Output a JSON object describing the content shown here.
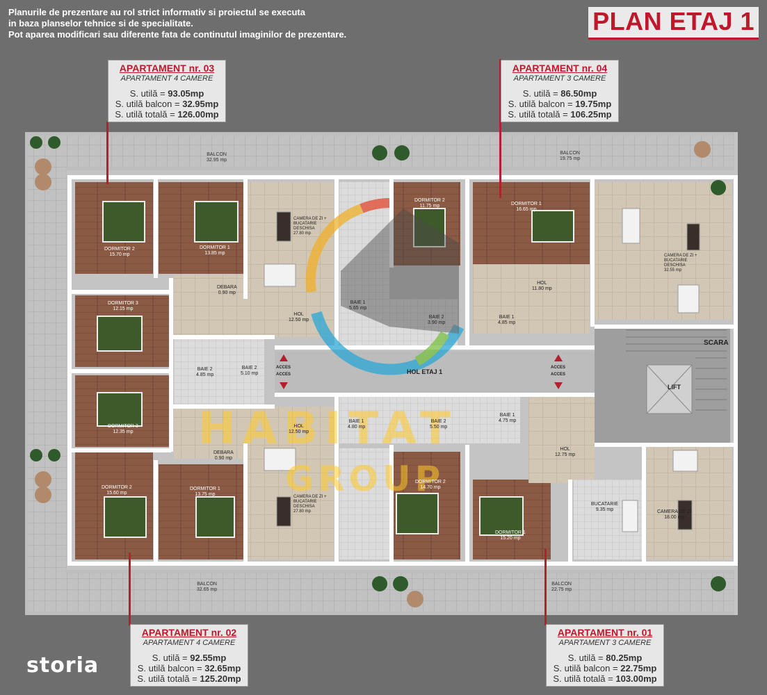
{
  "disclaimer": {
    "line1": "Planurile de prezentare au rol strict informativ si proiectul se executa",
    "line2": "in baza planselor tehnice si de specialitate.",
    "line3": "Pot aparea modificari sau diferente fata de continutul imaginilor de prezentare."
  },
  "plan_title": "PLAN ETAJ 1",
  "apartments": {
    "a03": {
      "title": "APARTAMENT nr. 03",
      "type": "APARTAMENT 4 CAMERE",
      "l1_label": "S. utilă = ",
      "l1_val": "93.05",
      "l2_label": "S. utilă balcon = ",
      "l2_val": "32.95",
      "l3_label": "S. utilă totală = ",
      "l3_val": "126.00",
      "unit": "mp"
    },
    "a04": {
      "title": "APARTAMENT nr. 04",
      "type": "APARTAMENT 3 CAMERE",
      "l1_label": "S. utilă = ",
      "l1_val": "86.50",
      "l2_label": "S. utilă balcon = ",
      "l2_val": "19.75",
      "l3_label": "S. utilă totală = ",
      "l3_val": "106.25",
      "unit": "mp"
    },
    "a02": {
      "title": "APARTAMENT nr. 02",
      "type": "APARTAMENT 4 CAMERE",
      "l1_label": "S. utilă = ",
      "l1_val": "92.55",
      "l2_label": "S. utilă balcon = ",
      "l2_val": "32.65",
      "l3_label": "S. utilă totală = ",
      "l3_val": "125.20",
      "unit": "mp"
    },
    "a01": {
      "title": "APARTAMENT nr. 01",
      "type": "APARTAMENT 3 CAMERE",
      "l1_label": "S. utilă = ",
      "l1_val": "80.25",
      "l2_label": "S. utilă balcon = ",
      "l2_val": "22.75",
      "l3_label": "S. utilă totală = ",
      "l3_val": "103.00",
      "unit": "mp"
    }
  },
  "rooms": {
    "balcon_top_left": {
      "name": "BALCON",
      "area": "32.95 mp"
    },
    "balcon_top_right": {
      "name": "BALCON",
      "area": "19.75 mp"
    },
    "balcon_bottom_left": {
      "name": "BALCON",
      "area": "32.65 mp"
    },
    "balcon_bottom_right": {
      "name": "BALCON",
      "area": "22.75 mp"
    },
    "dormitor2_a03": {
      "name": "DORMITOR 2",
      "area": "15.70 mp"
    },
    "dormitor1_a03": {
      "name": "DORMITOR 1",
      "area": "13.85 mp"
    },
    "camera_a03": {
      "name": "CAMERA DE ZI + BUCATARIE DESCHISA",
      "area": "27.80 mp"
    },
    "debara_a03": {
      "name": "DEBARA",
      "area": "0.90 mp"
    },
    "dormitor3_a03": {
      "name": "DORMITOR 3",
      "area": "12.15 mp"
    },
    "hol_a03": {
      "name": "HOL",
      "area": "12.50 mp"
    },
    "baie1_a03": {
      "name": "BAIE 1",
      "area": "5.65 mp"
    },
    "baie2_a03": {
      "name": "BAIE 2",
      "area": "4.85 mp"
    },
    "baie2b_a03": {
      "name": "BAIE 2",
      "area": "5.10 mp"
    },
    "dormitor2_a04": {
      "name": "DORMITOR 2",
      "area": "11.75 mp"
    },
    "dormitor1_a04": {
      "name": "DORMITOR 1",
      "area": "16.65 mp"
    },
    "camera_a04": {
      "name": "CAMERA DE ZI + BUCATARIE DESCHISA",
      "area": "32.55 mp"
    },
    "hol_a04": {
      "name": "HOL",
      "area": "11.80 mp"
    },
    "baie1_a04": {
      "name": "BAIE 1",
      "area": "4.85 mp"
    },
    "baie2_a04": {
      "name": "BAIE 2",
      "area": "3.90 mp"
    },
    "dormitor3_a02": {
      "name": "DORMITOR 3",
      "area": "12.35 mp"
    },
    "dormitor2_a02": {
      "name": "DORMITOR 2",
      "area": "15.60 mp"
    },
    "dormitor1_a02": {
      "name": "DORMITOR 1",
      "area": "13.75 mp"
    },
    "camera_a02": {
      "name": "CAMERA DE ZI + BUCATARIE DESCHISA",
      "area": "27.80 mp"
    },
    "hol_a02": {
      "name": "HOL",
      "area": "12.50 mp"
    },
    "debara_a02": {
      "name": "DEBARA",
      "area": "0.90 mp"
    },
    "baie1_a02": {
      "name": "BAIE 1",
      "area": "4.80 mp"
    },
    "baie2_a02": {
      "name": "BAIE 2",
      "area": "5.50 mp"
    },
    "dormitor2_a01": {
      "name": "DORMITOR 2",
      "area": "14.70 mp"
    },
    "dormitor1_a01": {
      "name": "DORMITOR 1",
      "area": "15.20 mp"
    },
    "hol_a01": {
      "name": "HOL",
      "area": "12.75 mp"
    },
    "baie1_a01": {
      "name": "BAIE 1",
      "area": "4.75 mp"
    },
    "bucatarie_a01": {
      "name": "BUCATARIE",
      "area": "9.35 mp"
    },
    "camera_a01": {
      "name": "CAMERA DE ZI",
      "area": "18.00 mp"
    },
    "hol_etaj": {
      "name": "HOL ETAJ 1"
    },
    "scara": {
      "name": "SCARA"
    },
    "lift": {
      "name": "LIFT"
    },
    "acces": {
      "name": "ACCES"
    }
  },
  "watermark": {
    "line1": "HABITAT",
    "line2": "GROUP"
  },
  "brand": "storia",
  "colors": {
    "accent_red": "#c0172b",
    "wall": "#ffffff",
    "floor_wood": "#8a5a44",
    "floor_tile": "#c9bfae",
    "terrace": "#bdbdbd",
    "bed": "#3f5a2a"
  }
}
